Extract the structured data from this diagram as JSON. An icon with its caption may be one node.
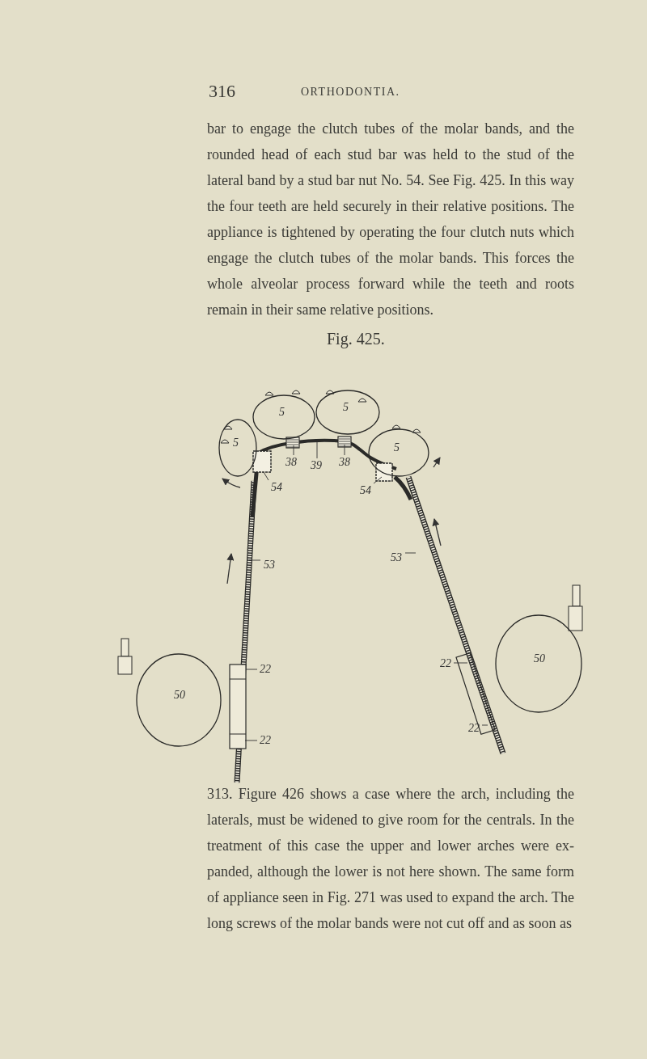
{
  "diagram": {
    "nodes": [
      {
        "text": [
          "5"
        ]
      },
      {
        "text": [
          "5"
        ]
      },
      {
        "text": [
          "5"
        ]
      },
      {
        "text": [
          "5"
        ]
      },
      {
        "text": [
          "38"
        ]
      },
      {
        "text": [
          "39"
        ]
      },
      {
        "text": [
          "38"
        ]
      },
      {
        "text": [
          "54"
        ]
      },
      {
        "text": [
          "54"
        ]
      },
      {
        "text": [
          "53"
        ]
      },
      {
        "text": [
          "53"
        ]
      },
      {
        "text": [
          "50"
        ]
      },
      {
        "text": [
          "22"
        ]
      },
      {
        "text": [
          "22"
        ]
      },
      {
        "text": [
          "22"
        ]
      },
      {
        "text": [
          "50"
        ]
      },
      {
        "text": [
          "22"
        ]
      }
    ],
    "edges": [
      {
        "from": 4,
        "to": null,
        "arrow": "none"
      },
      {
        "from": 5,
        "to": null,
        "arrow": "none"
      },
      {
        "from": 6,
        "to": null,
        "arrow": "none"
      },
      {
        "from": 7,
        "to": null,
        "arrow": "none"
      },
      {
        "from": 8,
        "to": null,
        "arrow": "none"
      },
      {
        "from": 9,
        "to": null,
        "arrow": "none"
      },
      {
        "from": 10,
        "to": null,
        "arrow": "none"
      },
      {
        "from": 12,
        "to": null,
        "arrow": "none"
      },
      {
        "from": 13,
        "to": null,
        "arrow": "none"
      },
      {
        "from": 14,
        "to": null,
        "arrow": "none"
      },
      {
        "from": 16,
        "to": null,
        "arrow": "none"
      }
    ],
    "labels": [
      "316",
      "ORTHODONTIA.",
      "bar to engage the clutch tubes of the molar bands, and the rounded head of each stud bar was held to the stud of the lateral band by a stud bar nut No. 54. See Fig. 425. In this way the four teeth are held securely in their relative positions. The appliance is tightened by operating the four clutch nuts which engage the clutch tubes of the molar bands. This forces the whole alveolar process forward while the teeth and roots remain in their same relative positions.",
      "Fig. 425.",
      "313. Figure 426 shows a case where the arch, including the laterals, must be widened to give room for the centrals. In the treatment of this case the upper and lower arches were ex- panded, although the lower is not here shown. The same form of appliance seen in Fig. 271 was used to expand the arch. The long screws of the molar bands were not cut off and as soon as"
    ]
  }
}
